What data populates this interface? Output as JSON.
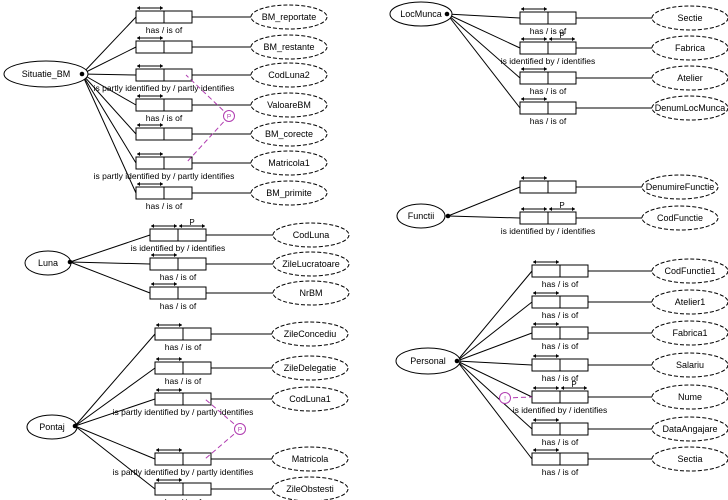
{
  "colors": {
    "stroke": "#000000",
    "constraint": "#b03cb0",
    "background": "#ffffff"
  },
  "entities": [
    {
      "name": "Situatie_BM",
      "facts": [
        {
          "value": "BM_reportate",
          "label": "has / is of",
          "unique": "both"
        },
        {
          "value": "BM_restante",
          "label": "",
          "unique": "both"
        },
        {
          "value": "CodLuna2",
          "label": "is partly identified by / partly identifies",
          "unique": "both"
        },
        {
          "value": "ValoareBM",
          "label": "has / is of",
          "unique": "both"
        },
        {
          "value": "BM_corecte",
          "label": "",
          "unique": "both"
        },
        {
          "value": "Matricola1",
          "label": "is partly identified by / partly identifies",
          "unique": "both"
        },
        {
          "value": "BM_primite",
          "label": "has / is of",
          "unique": "both"
        }
      ]
    },
    {
      "name": "Luna",
      "facts": [
        {
          "value": "CodLuna",
          "label": "is identified by / identifies",
          "unique": "both",
          "primary": "P"
        },
        {
          "value": "ZileLucratoare",
          "label": "has / is of",
          "unique": "both"
        },
        {
          "value": "NrBM",
          "label": "has / is of",
          "unique": "both"
        }
      ]
    },
    {
      "name": "Pontaj",
      "facts": [
        {
          "value": "ZileConcediu",
          "label": "has / is of",
          "unique": "both"
        },
        {
          "value": "ZileDelegatie",
          "label": "has / is of",
          "unique": "both"
        },
        {
          "value": "CodLuna1",
          "label": "is partly identified by / partly identifies",
          "unique": "both"
        },
        {
          "value": "Matricola",
          "label": "is partly identified by / partly identifies",
          "unique": "both"
        },
        {
          "value": "ZileObstesti",
          "label": "has / is of",
          "unique": "both"
        }
      ]
    },
    {
      "name": "LocMunca",
      "facts": [
        {
          "value": "Sectie",
          "label": "has / is of",
          "unique": "both"
        },
        {
          "value": "Fabrica",
          "label": "is identified by / identifies",
          "unique": "both",
          "primary": "P"
        },
        {
          "value": "Atelier",
          "label": "has / is of",
          "unique": "both"
        },
        {
          "value": "DenumLocMunca",
          "label": "has / is of",
          "unique": "both"
        }
      ]
    },
    {
      "name": "Functii",
      "facts": [
        {
          "value": "DenumireFunctie",
          "label": "",
          "unique": "both"
        },
        {
          "value": "CodFunctie",
          "label": "is identified by / identifies",
          "unique": "both",
          "primary": "P"
        }
      ]
    },
    {
      "name": "Personal",
      "facts": [
        {
          "value": "CodFunctie1",
          "label": "has / is of",
          "unique": "both"
        },
        {
          "value": "Atelier1",
          "label": "has / is of",
          "unique": "both"
        },
        {
          "value": "Fabrica1",
          "label": "has / is of",
          "unique": "both"
        },
        {
          "value": "Salariu",
          "label": "has / is of",
          "unique": "both"
        },
        {
          "value": "Nume",
          "label": "is identified by / identifies",
          "unique": "both",
          "primary": "P"
        },
        {
          "value": "DataAngajare",
          "label": "has / is of",
          "unique": "both"
        },
        {
          "value": "Sectia",
          "label": "has / is of",
          "unique": "both"
        }
      ]
    }
  ],
  "constraints": [
    {
      "symbol": "P",
      "entity": "Situatie_BM",
      "facts": [
        2,
        5
      ],
      "kind": "primary-external"
    },
    {
      "symbol": "P",
      "entity": "Pontaj",
      "facts": [
        2,
        3
      ],
      "kind": "primary-external"
    },
    {
      "symbol": "!",
      "entity": "Personal",
      "facts": [
        4
      ],
      "kind": "mandatory"
    }
  ]
}
